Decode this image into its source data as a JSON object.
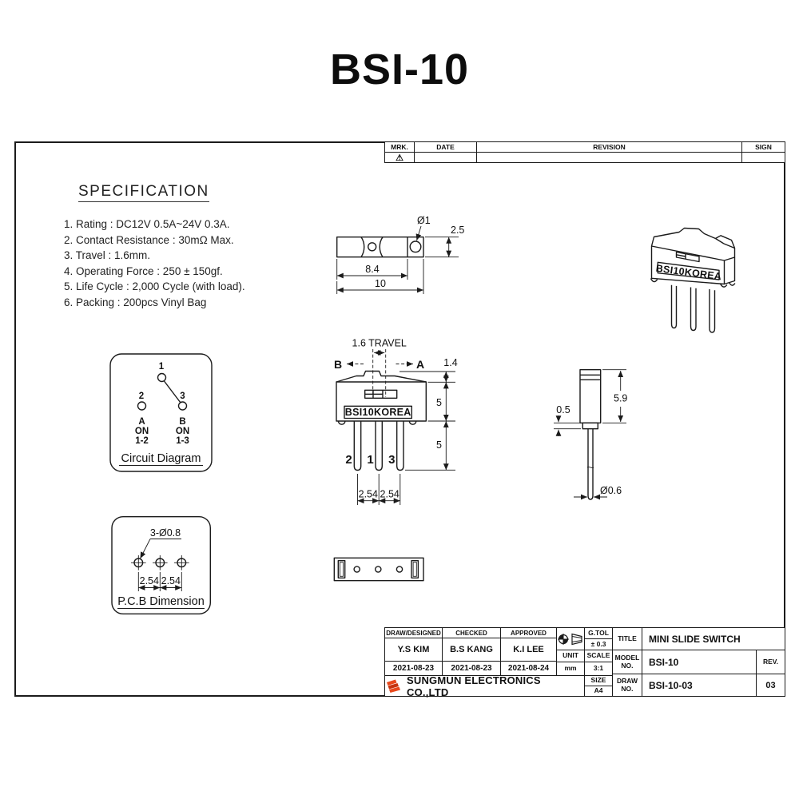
{
  "title": "BSI-10",
  "colors": {
    "line": "#1b1b1b",
    "logo_orange": "#e8481c",
    "logo_red": "#c6330f"
  },
  "revision_table": {
    "headers": {
      "mrk": "MRK.",
      "date": "DATE",
      "revision": "REVISION",
      "sign": "SIGN"
    },
    "mark_symbol": "⚠"
  },
  "specification": {
    "heading": "SPECIFICATION",
    "items": [
      "1. Rating : DC12V 0.5A~24V 0.3A.",
      "2. Contact Resistance : 30mΩ Max.",
      "3. Travel : 1.6mm.",
      "4. Operating Force : 250 ± 150gf.",
      "5. Life Cycle : 2,000 Cycle (with load).",
      "6. Packing : 200pcs Vinyl Bag"
    ]
  },
  "drawings": {
    "top_view": {
      "dia": "Ø1",
      "height": "2.5",
      "width_inner": "8.4",
      "width_total": "10"
    },
    "iso_view": {
      "brand": "BSI10KOREA"
    },
    "front_view": {
      "travel": "1.6 TRAVEL",
      "b": "B",
      "a": "A",
      "dim_knob": "1.4",
      "dim_body": "5",
      "dim_pin": "5",
      "pins": [
        "2",
        "1",
        "3"
      ],
      "pitch_left": "2.54",
      "pitch_right": "2.54",
      "brand": "BSI10KOREA"
    },
    "side_view": {
      "height": "5.9",
      "boss": "0.5",
      "pin_dia": "Ø0.6"
    },
    "circuit": {
      "t1": "1",
      "t2": "2",
      "t3": "3",
      "a_lines": [
        "A",
        "ON",
        "1-2"
      ],
      "b_lines": [
        "B",
        "ON",
        "1-3"
      ],
      "caption": "Circuit Diagram"
    },
    "pcb": {
      "holes": "3-Ø0.8",
      "pitch_left": "2.54",
      "pitch_right": "2.54",
      "caption": "P.C.B Dimension"
    }
  },
  "title_block": {
    "draw_designed": {
      "label": "DRAW/DESIGNED",
      "name": "Y.S KIM",
      "date": "2021-08-23"
    },
    "checked": {
      "label": "CHECKED",
      "name": "B.S KANG",
      "date": "2021-08-23"
    },
    "approved": {
      "label": "APPROVED",
      "name": "K.I LEE",
      "date": "2021-08-24"
    },
    "company": "SUNGMUN ELECTRONICS CO.,LTD",
    "gtol_label": "G.TOL",
    "gtol_value": "± 0.3",
    "unit_label": "UNIT",
    "unit_value": "mm",
    "scale_label": "SCALE",
    "scale_value": "3:1",
    "size_label": "SIZE",
    "size_value": "A4",
    "title_label": "TITLE",
    "title_value": "MINI SLIDE SWITCH",
    "model_label": "MODEL NO.",
    "model_value": "BSI-10",
    "draw_label": "DRAW NO.",
    "draw_value": "BSI-10-03",
    "rev_label": "REV.",
    "rev_value": "03"
  }
}
